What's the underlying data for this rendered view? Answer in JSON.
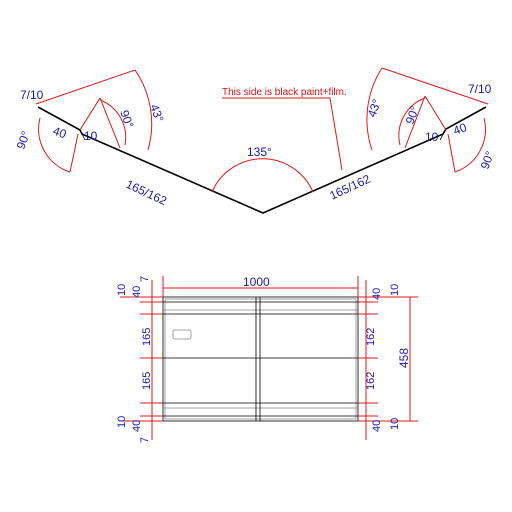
{
  "profile": {
    "note": "This side is black paint+film.",
    "angle_center": "135°",
    "left": {
      "thickness": "7/10",
      "angle_top": "43°",
      "angle_inner": "90°",
      "angle_outer": "90°",
      "width_40": "40",
      "width_10": "10",
      "length": "165/162"
    },
    "right": {
      "thickness": "7/10",
      "angle_top": "43°",
      "angle_inner": "90°",
      "angle_outer": "90°",
      "width_40": "40",
      "width_10": "10",
      "length": "165/162"
    }
  },
  "plan": {
    "width": "1000",
    "height": "458",
    "left_top": [
      "10",
      "40",
      "7"
    ],
    "left_mid": [
      "165",
      "165"
    ],
    "left_bottom": [
      "10",
      "40",
      "7"
    ],
    "right_top": [
      "40",
      "10"
    ],
    "right_mid": [
      "162",
      "162"
    ],
    "right_bottom": [
      "40",
      "10"
    ]
  }
}
